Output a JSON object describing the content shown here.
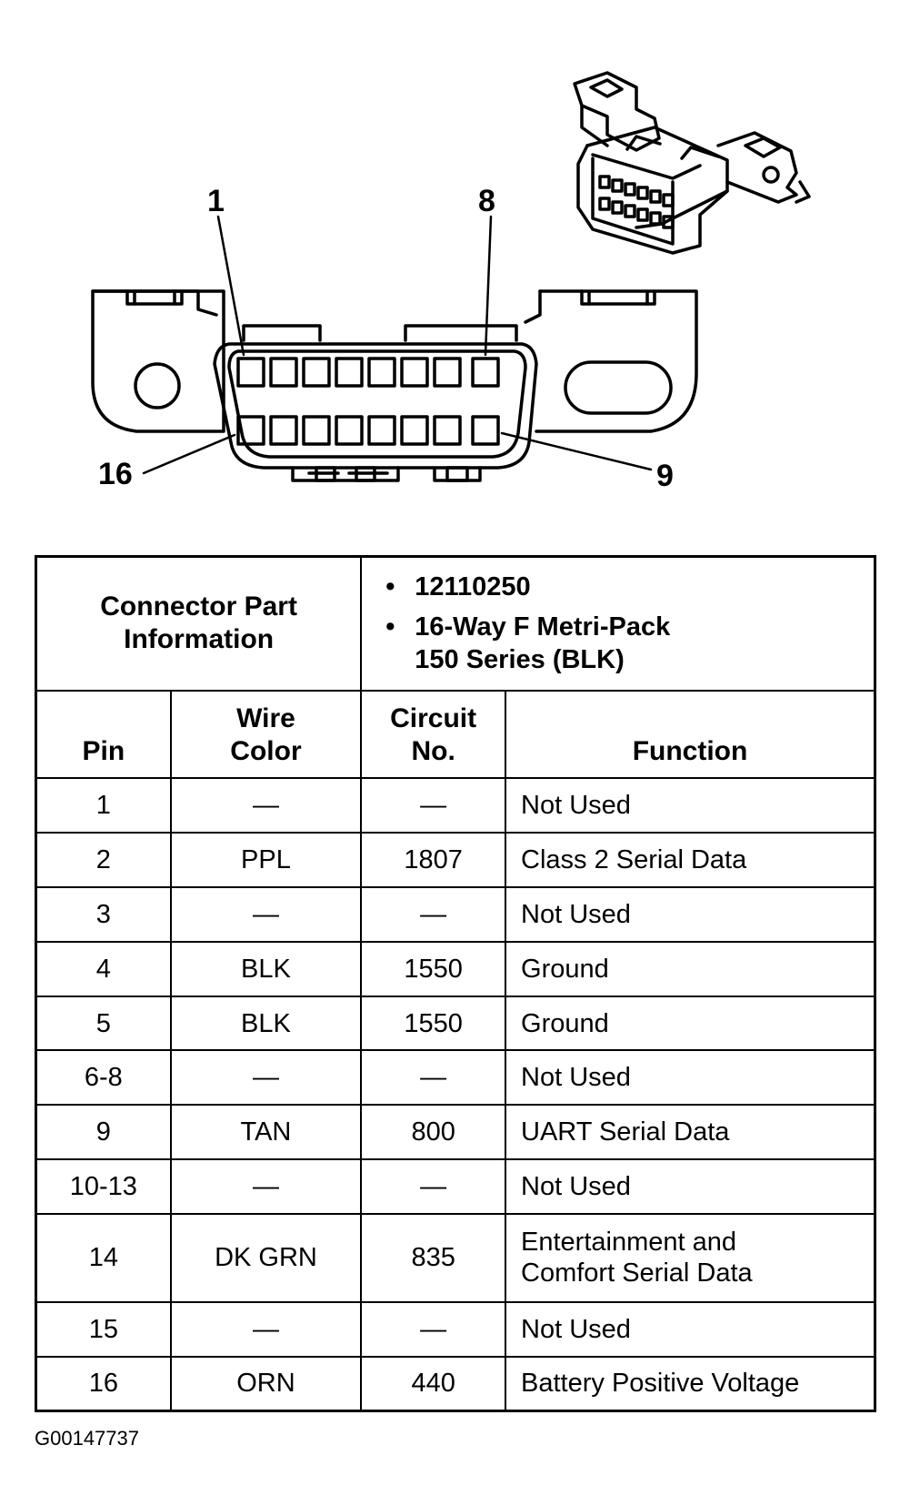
{
  "connector_diagram": {
    "pin_labels": [
      "1",
      "8",
      "16",
      "9"
    ]
  },
  "table": {
    "part_info": {
      "label_line1": "Connector Part",
      "label_line2": "Information",
      "bullet": "•",
      "part_number": "12110250",
      "description_line1": "16-Way F Metri-Pack",
      "description_line2": "150 Series (BLK)"
    },
    "headers": {
      "pin": "Pin",
      "wire_color_line1": "Wire",
      "wire_color_line2": "Color",
      "circuit_line1": "Circuit",
      "circuit_line2": "No.",
      "function": "Function"
    },
    "rows": [
      {
        "pin": "1",
        "wire": "—",
        "circuit": "—",
        "function": "Not Used"
      },
      {
        "pin": "2",
        "wire": "PPL",
        "circuit": "1807",
        "function": "Class 2 Serial Data"
      },
      {
        "pin": "3",
        "wire": "—",
        "circuit": "—",
        "function": "Not Used"
      },
      {
        "pin": "4",
        "wire": "BLK",
        "circuit": "1550",
        "function": "Ground"
      },
      {
        "pin": "5",
        "wire": "BLK",
        "circuit": "1550",
        "function": "Ground"
      },
      {
        "pin": "6-8",
        "wire": "—",
        "circuit": "—",
        "function": "Not Used"
      },
      {
        "pin": "9",
        "wire": "TAN",
        "circuit": "800",
        "function": "UART Serial Data"
      },
      {
        "pin": "10-13",
        "wire": "—",
        "circuit": "—",
        "function": "Not Used"
      },
      {
        "pin": "14",
        "wire": "DK GRN",
        "circuit": "835",
        "function_line1": "Entertainment and",
        "function_line2": "Comfort Serial Data"
      },
      {
        "pin": "15",
        "wire": "—",
        "circuit": "—",
        "function": "Not Used"
      },
      {
        "pin": "16",
        "wire": "ORN",
        "circuit": "440",
        "function": "Battery Positive Voltage"
      }
    ]
  },
  "figure_id": "G00147737"
}
